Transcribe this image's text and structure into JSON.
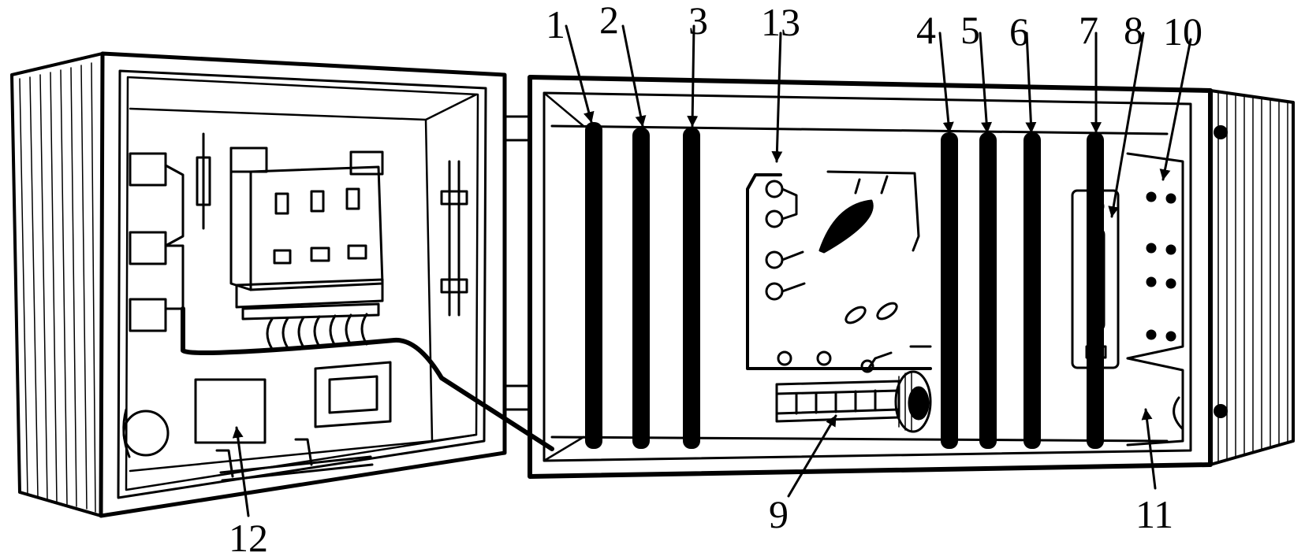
{
  "callouts": [
    {
      "id": "1",
      "label": "1"
    },
    {
      "id": "2",
      "label": "2"
    },
    {
      "id": "3",
      "label": "3"
    },
    {
      "id": "13",
      "label": "13"
    },
    {
      "id": "4",
      "label": "4"
    },
    {
      "id": "5",
      "label": "5"
    },
    {
      "id": "6",
      "label": "6"
    },
    {
      "id": "7",
      "label": "7"
    },
    {
      "id": "8",
      "label": "8"
    },
    {
      "id": "10",
      "label": "10"
    },
    {
      "id": "9",
      "label": "9"
    },
    {
      "id": "11",
      "label": "11"
    },
    {
      "id": "12",
      "label": "12"
    }
  ],
  "colors": {
    "ink": "#000000",
    "paper": "#ffffff"
  }
}
